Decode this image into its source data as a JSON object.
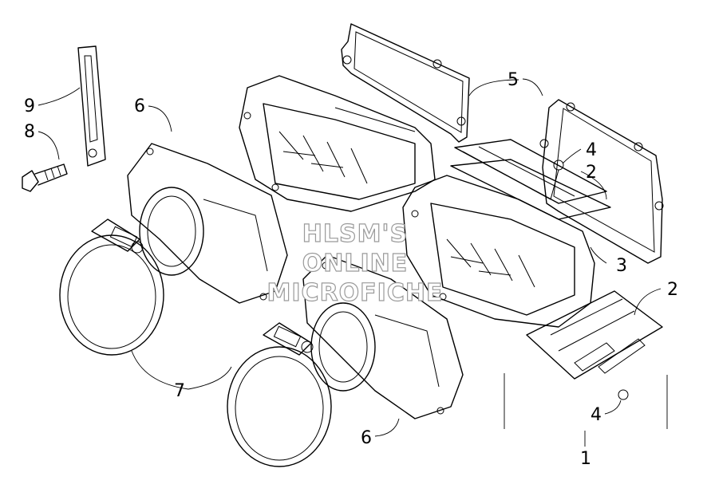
{
  "callouts": {
    "c1": "1",
    "c2a": "2",
    "c2b": "2",
    "c3": "3",
    "c4a": "4",
    "c4b": "4",
    "c5": "5",
    "c6a": "6",
    "c6b": "6",
    "c7": "7",
    "c8": "8",
    "c9": "9"
  },
  "watermark": {
    "line1": "HLSM'S",
    "line2": "ONLINE",
    "line3": "MICROFICHE"
  }
}
